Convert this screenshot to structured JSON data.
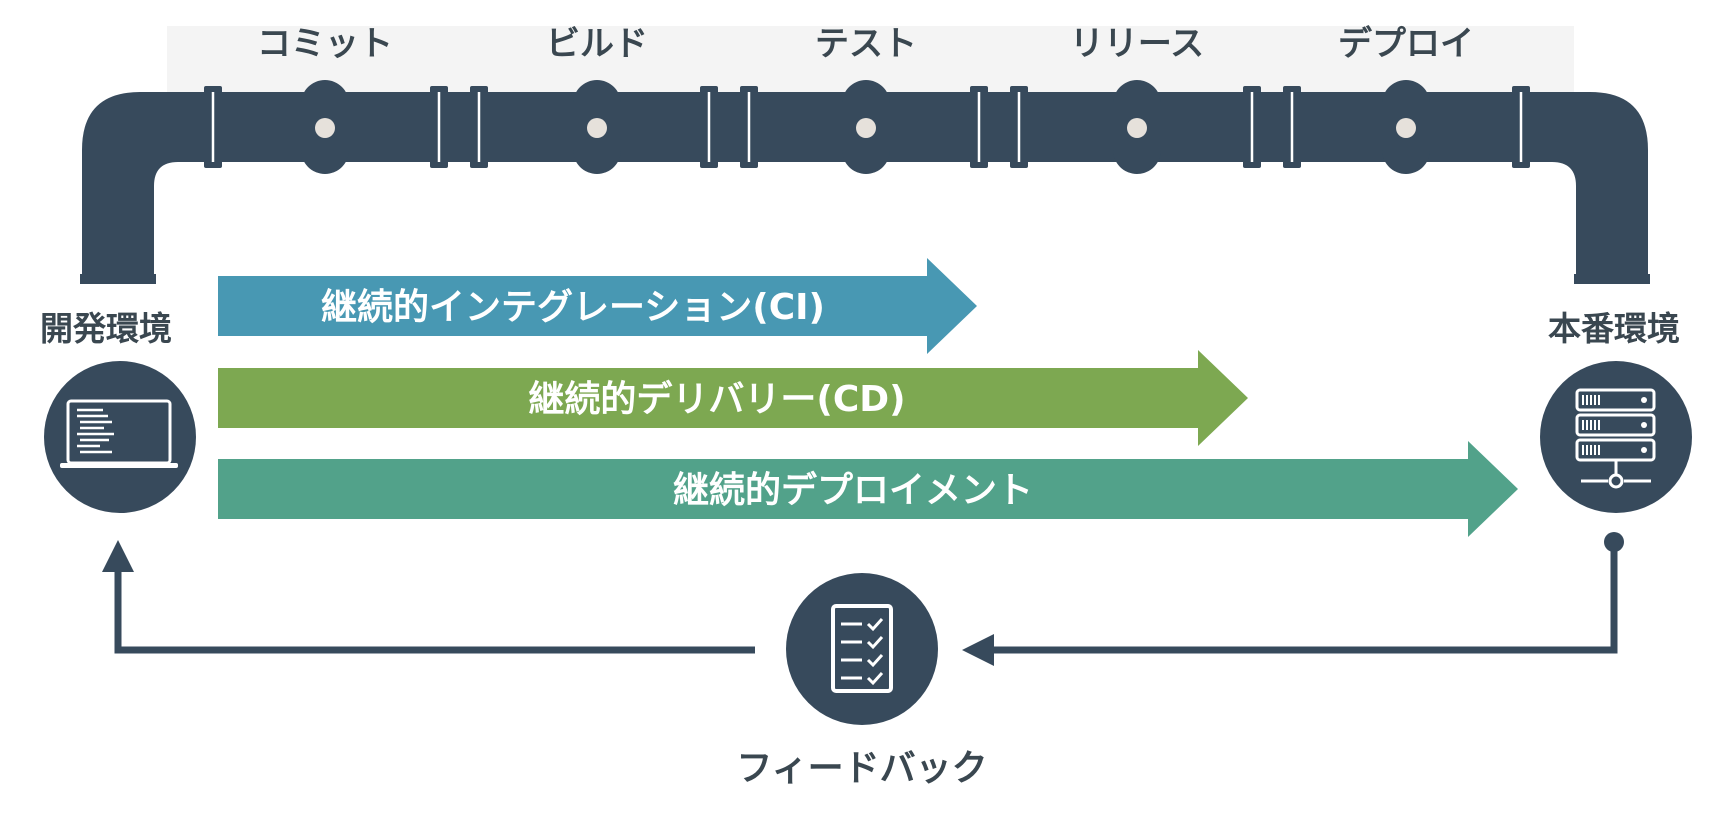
{
  "pipeline": {
    "stages": [
      {
        "label": "コミット"
      },
      {
        "label": "ビルド"
      },
      {
        "label": "テスト"
      },
      {
        "label": "リリース"
      },
      {
        "label": "デプロイ"
      }
    ],
    "pipe_color": "#374a5c",
    "valve_dot_color": "#e6e1db"
  },
  "environments": {
    "dev": {
      "label": "開発環境",
      "icon": "laptop-icon"
    },
    "prod": {
      "label": "本番環境",
      "icon": "server-icon"
    }
  },
  "practices": [
    {
      "label": "継続的インテグレーション(CI)",
      "color": "#4898b3"
    },
    {
      "label": "継続的デリバリー(CD)",
      "color": "#7da851"
    },
    {
      "label": "継続的デプロイメント",
      "color": "#52a28a"
    }
  ],
  "feedback": {
    "label": "フィードバック",
    "icon": "checklist-icon"
  }
}
